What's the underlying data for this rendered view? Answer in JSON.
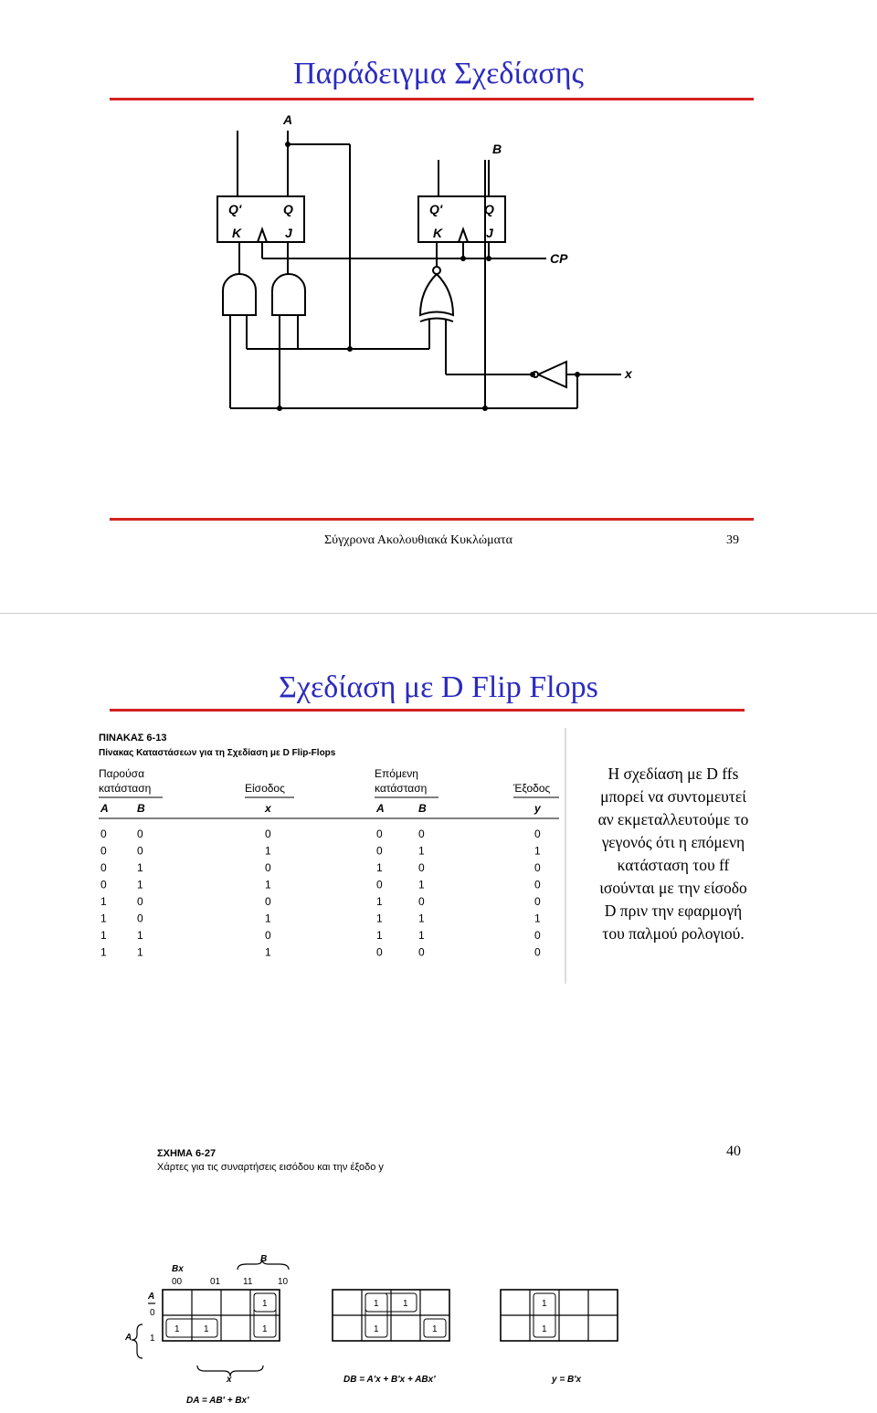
{
  "slide1": {
    "title": "Παράδειγμα Σχεδίασης",
    "footer_text": "Σύγχρονα Ακολουθιακά Κυκλώματα",
    "page_number": "39",
    "circuit": {
      "label_A": "A",
      "label_B": "B",
      "ff1_qprime": "Q'",
      "ff1_q": "Q",
      "ff1_k": "K",
      "ff1_j": "J",
      "ff2_qprime": "Q'",
      "ff2_q": "Q",
      "ff2_k": "K",
      "ff2_j": "J",
      "label_cp": "CP",
      "label_x": "x"
    }
  },
  "slide2": {
    "title": "Σχεδίαση με D Flip Flops",
    "table_title": "ΠΙΝΑΚΑΣ 6-13",
    "table_subtitle": "Πίνακας Καταστάσεων για τη Σχεδίαση με D Flip-Flops",
    "groups": {
      "present_line1": "Παρούσα",
      "present_line2": "κατάσταση",
      "input": "Είσοδος",
      "next_line1": "Επόμενη",
      "next_line2": "κατάσταση",
      "output": "Έξοδος"
    },
    "columns": [
      "A",
      "B",
      "x",
      "A",
      "B",
      "y"
    ],
    "rows": [
      [
        "0",
        "0",
        "0",
        "0",
        "0",
        "0"
      ],
      [
        "0",
        "0",
        "1",
        "0",
        "1",
        "1"
      ],
      [
        "0",
        "1",
        "0",
        "1",
        "0",
        "0"
      ],
      [
        "0",
        "1",
        "1",
        "0",
        "1",
        "0"
      ],
      [
        "1",
        "0",
        "0",
        "1",
        "0",
        "0"
      ],
      [
        "1",
        "0",
        "1",
        "1",
        "1",
        "1"
      ],
      [
        "1",
        "1",
        "0",
        "1",
        "1",
        "0"
      ],
      [
        "1",
        "1",
        "1",
        "0",
        "0",
        "0"
      ]
    ],
    "body_lines": [
      "Η σχεδίαση με D ffs",
      "μπορεί να συντομευτεί",
      "αν εκμεταλλευτούμε το",
      "γεγονός ότι η επόμενη",
      "κατάσταση του ff",
      "ισούνται με την είσοδο",
      "D πριν την εφαρμογή",
      "του παλμού ρολογιού."
    ],
    "kmap": {
      "corner_label": "Bx",
      "col_headers": [
        "00",
        "01",
        "11",
        "10"
      ],
      "brace_B": "B",
      "row_label_A": "A",
      "row_headers": [
        "0",
        "1"
      ],
      "brace_A": "A",
      "brace_x": "x",
      "cell_one": "1",
      "eq1": "DA = AB' + Bx'",
      "eq2": "DB = A'x + B'x + ABx'",
      "eq3": "y = B'x"
    },
    "figure_caption": "ΣΧΗΜΑ 6-27",
    "figure_subcaption": "Χάρτες για τις συναρτήσεις εισόδου και την έξοδο y",
    "page_number": "40"
  }
}
